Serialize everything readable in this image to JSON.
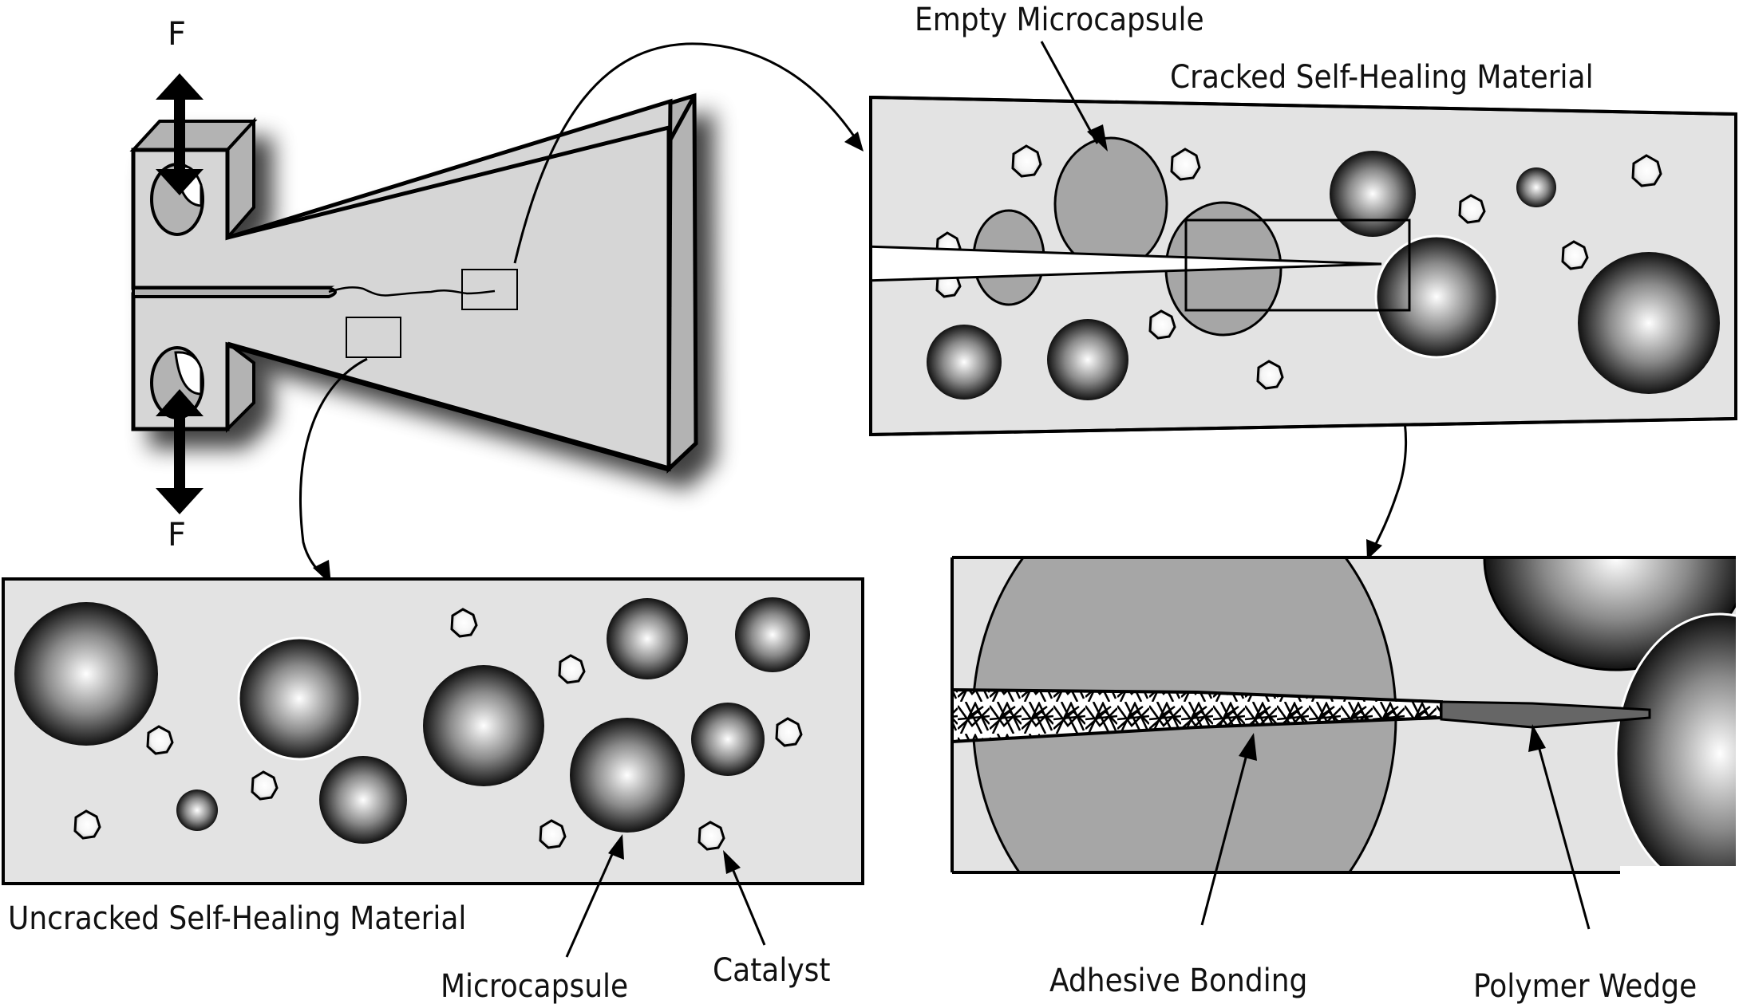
{
  "diagram": {
    "title": "Self-healing material concept with tapered double cantilever beam specimen",
    "colors": {
      "matrix": "#e3e3e3",
      "specimen": "#d6d6d6",
      "specimen_side": "#b3b3b3",
      "empty_capsule": "#a6a6a6",
      "wedge": "#666666",
      "outline": "#000000"
    },
    "labels": {
      "force_top": "F",
      "force_bottom": "F",
      "empty_microcapsule": "Empty Microcapsule",
      "cracked_material": "Cracked Self-Healing Material",
      "uncracked_material": "Uncracked Self-Healing Material",
      "microcapsule": "Microcapsule",
      "catalyst": "Catalyst",
      "adhesive_bonding": "Adhesive Bonding",
      "polymer_wedge": "Polymer Wedge"
    },
    "panels": [
      {
        "id": "specimen",
        "description": "Tapered double cantilever beam specimen under opposing forces F"
      },
      {
        "id": "cracked",
        "description": "Crack propagating through matrix, rupturing microcapsules"
      },
      {
        "id": "uncracked",
        "description": "Intact matrix with microcapsules and catalyst particles"
      },
      {
        "id": "healed",
        "description": "Crack filled by polymer wedge and adhesive bonding"
      }
    ]
  }
}
